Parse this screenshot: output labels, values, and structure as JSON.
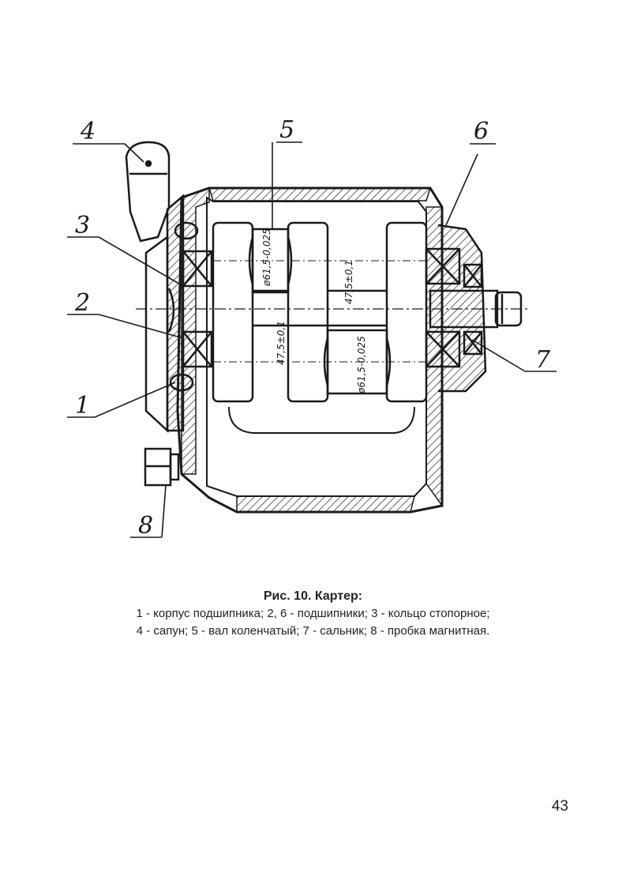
{
  "figure": {
    "callouts": [
      "4",
      "5",
      "6",
      "3",
      "2",
      "1",
      "7",
      "8"
    ],
    "dimensions": [
      "ø61,5-0,025",
      "ø61,5-0,025",
      "47,5±0,1",
      "47,5±0,1"
    ]
  },
  "caption": {
    "title": "Рис. 10. Картер:",
    "line1": "1 - корпус подшипника; 2, 6 - подшипники; 3 - кольцо стопорное;",
    "line2": "4 - сапун; 5 - вал коленчатый; 7 - сальник; 8 - пробка магнитная."
  },
  "page_number": "43"
}
